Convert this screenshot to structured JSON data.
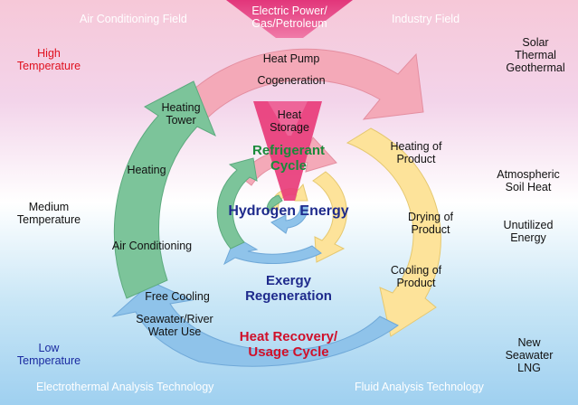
{
  "top_left": "Air Conditioning Field",
  "top_center": "Electric Power/\nGas/Petroleum",
  "top_right": "Industry Field",
  "left": {
    "high": "High\nTemperature",
    "medium": "Medium\nTemperature",
    "low": "Low\nTemperature"
  },
  "right": {
    "solar": "Solar\nThermal\nGeothermal",
    "atmospheric": "Atmospheric\nSoil Heat",
    "unutilized": "Unutilized\nEnergy",
    "seawater": "New\nSeawater\nLNG"
  },
  "bottom_left": "Electrothermal Analysis Technology",
  "bottom_right": "Fluid Analysis Technology",
  "arc_labels": {
    "heat_pump": "Heat Pump",
    "cogeneration": "Cogeneration",
    "heat_storage": "Heat\nStorage",
    "heating_tower": "Heating\nTower",
    "heating": "Heating",
    "air_conditioning": "Air Conditioning",
    "free_cooling": "Free Cooling",
    "seawater_river": "Seawater/River\nWater Use",
    "heating_of_product": "Heating of\nProduct",
    "drying_of_product": "Drying of\nProduct",
    "cooling_of_product": "Cooling of\nProduct"
  },
  "cycles": {
    "refrigerant": "Refrigerant\nCycle",
    "hydrogen": "Hydrogen Energy",
    "exergy": "Exergy\nRegeneration",
    "heat_recovery": "Heat Recovery/\nUsage Cycle"
  },
  "colors": {
    "pink_arc": "#f4a9b8",
    "green_arc": "#7cc49a",
    "yellow_arc": "#fde39a",
    "blue_arc": "#8fc3ea",
    "magenta": "#e83c7a"
  }
}
